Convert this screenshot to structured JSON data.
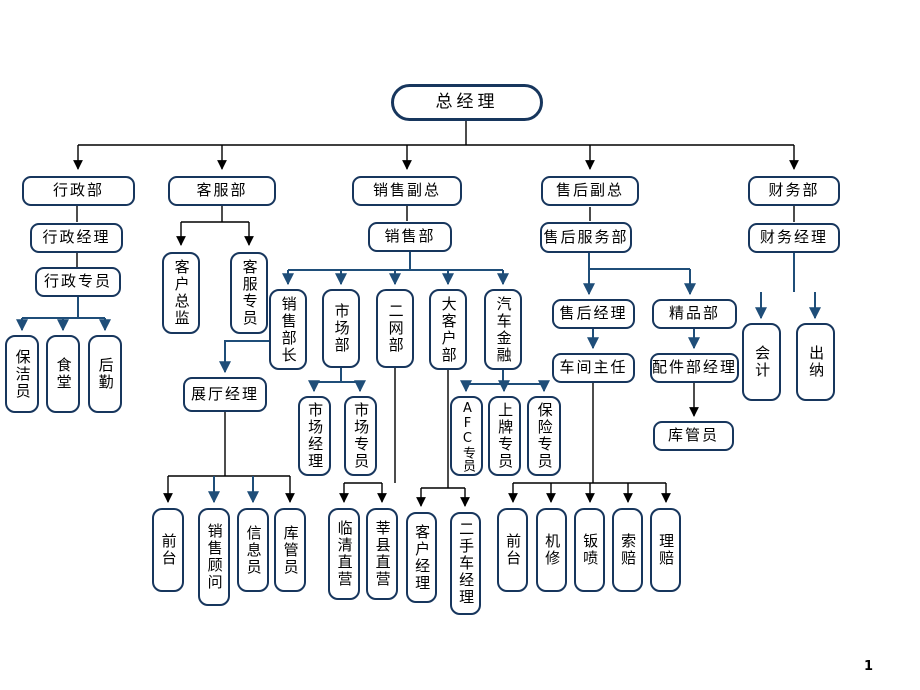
{
  "page": {
    "number": "1"
  },
  "colors": {
    "box_border": "#17365D",
    "connector_navy": "#1F4E79",
    "connector_black": "#000000",
    "background": "#FFFFFF",
    "text": "#000000"
  },
  "diagram_type": "org-chart",
  "nodes": {
    "ceo": {
      "label": "总经理",
      "parent": null
    },
    "admin_dept": {
      "label": "行政部",
      "parent": "ceo"
    },
    "admin_mgr": {
      "label": "行政经理",
      "parent": "admin_dept"
    },
    "admin_spec": {
      "label": "行政专员",
      "parent": "admin_mgr"
    },
    "cleaner": {
      "label": "保洁员",
      "parent": "admin_spec"
    },
    "canteen": {
      "label": "食堂",
      "parent": "admin_spec"
    },
    "logistics": {
      "label": "后勤",
      "parent": "admin_spec"
    },
    "cs_dept": {
      "label": "客服部",
      "parent": "ceo"
    },
    "cust_director": {
      "label": "客户总监",
      "parent": "cs_dept"
    },
    "cs_spec": {
      "label": "客服专员",
      "parent": "cs_dept"
    },
    "sales_vp": {
      "label": "销售副总",
      "parent": "ceo"
    },
    "sales_dept": {
      "label": "销售部",
      "parent": "sales_vp"
    },
    "sales_chief": {
      "label": "销售部长",
      "parent": "sales_dept"
    },
    "showroom_mgr": {
      "label": "展厅经理",
      "parent": "sales_chief"
    },
    "front_desk_s": {
      "label": "前台",
      "parent": "showroom_mgr"
    },
    "sales_consult": {
      "label": "销售顾问",
      "parent": "showroom_mgr"
    },
    "info_clerk": {
      "label": "信息员",
      "parent": "showroom_mgr"
    },
    "warehouse_s": {
      "label": "库管员",
      "parent": "showroom_mgr"
    },
    "market_dept": {
      "label": "市场部",
      "parent": "sales_dept"
    },
    "market_mgr": {
      "label": "市场经理",
      "parent": "market_dept"
    },
    "market_spec": {
      "label": "市场专员",
      "parent": "market_dept"
    },
    "network2": {
      "label": "二网部",
      "parent": "sales_dept"
    },
    "linqing": {
      "label": "临清直营",
      "parent": "network2"
    },
    "shenxian": {
      "label": "莘县直营",
      "parent": "network2"
    },
    "key_account": {
      "label": "大客户部",
      "parent": "sales_dept"
    },
    "account_mgr": {
      "label": "客户经理",
      "parent": "key_account"
    },
    "usedcar_mgr": {
      "label": "二手车经理",
      "parent": "key_account"
    },
    "auto_finance": {
      "label": "汽车金融",
      "parent": "sales_dept"
    },
    "afc_spec": {
      "label": "AFC专员",
      "parent": "auto_finance"
    },
    "plate_spec": {
      "label": "上牌专员",
      "parent": "auto_finance"
    },
    "ins_spec": {
      "label": "保险专员",
      "parent": "auto_finance"
    },
    "after_vp": {
      "label": "售后副总",
      "parent": "ceo"
    },
    "after_dept": {
      "label": "售后服务部",
      "parent": "after_vp"
    },
    "after_mgr": {
      "label": "售后经理",
      "parent": "after_dept"
    },
    "workshop": {
      "label": "车间主任",
      "parent": "after_mgr"
    },
    "front_desk_a": {
      "label": "前台",
      "parent": "workshop"
    },
    "mechanic": {
      "label": "机修",
      "parent": "workshop"
    },
    "paint": {
      "label": "钣喷",
      "parent": "workshop"
    },
    "claims": {
      "label": "索赔",
      "parent": "workshop"
    },
    "compensation": {
      "label": "理赔",
      "parent": "workshop"
    },
    "boutique": {
      "label": "精品部",
      "parent": "after_dept"
    },
    "parts_mgr": {
      "label": "配件部经理",
      "parent": "boutique"
    },
    "warehouse_p": {
      "label": "库管员",
      "parent": "parts_mgr"
    },
    "fin_dept": {
      "label": "财务部",
      "parent": "ceo"
    },
    "fin_mgr": {
      "label": "财务经理",
      "parent": "fin_dept"
    },
    "accountant": {
      "label": "会计",
      "parent": "fin_mgr"
    },
    "cashier": {
      "label": "出纳",
      "parent": "fin_mgr"
    }
  }
}
